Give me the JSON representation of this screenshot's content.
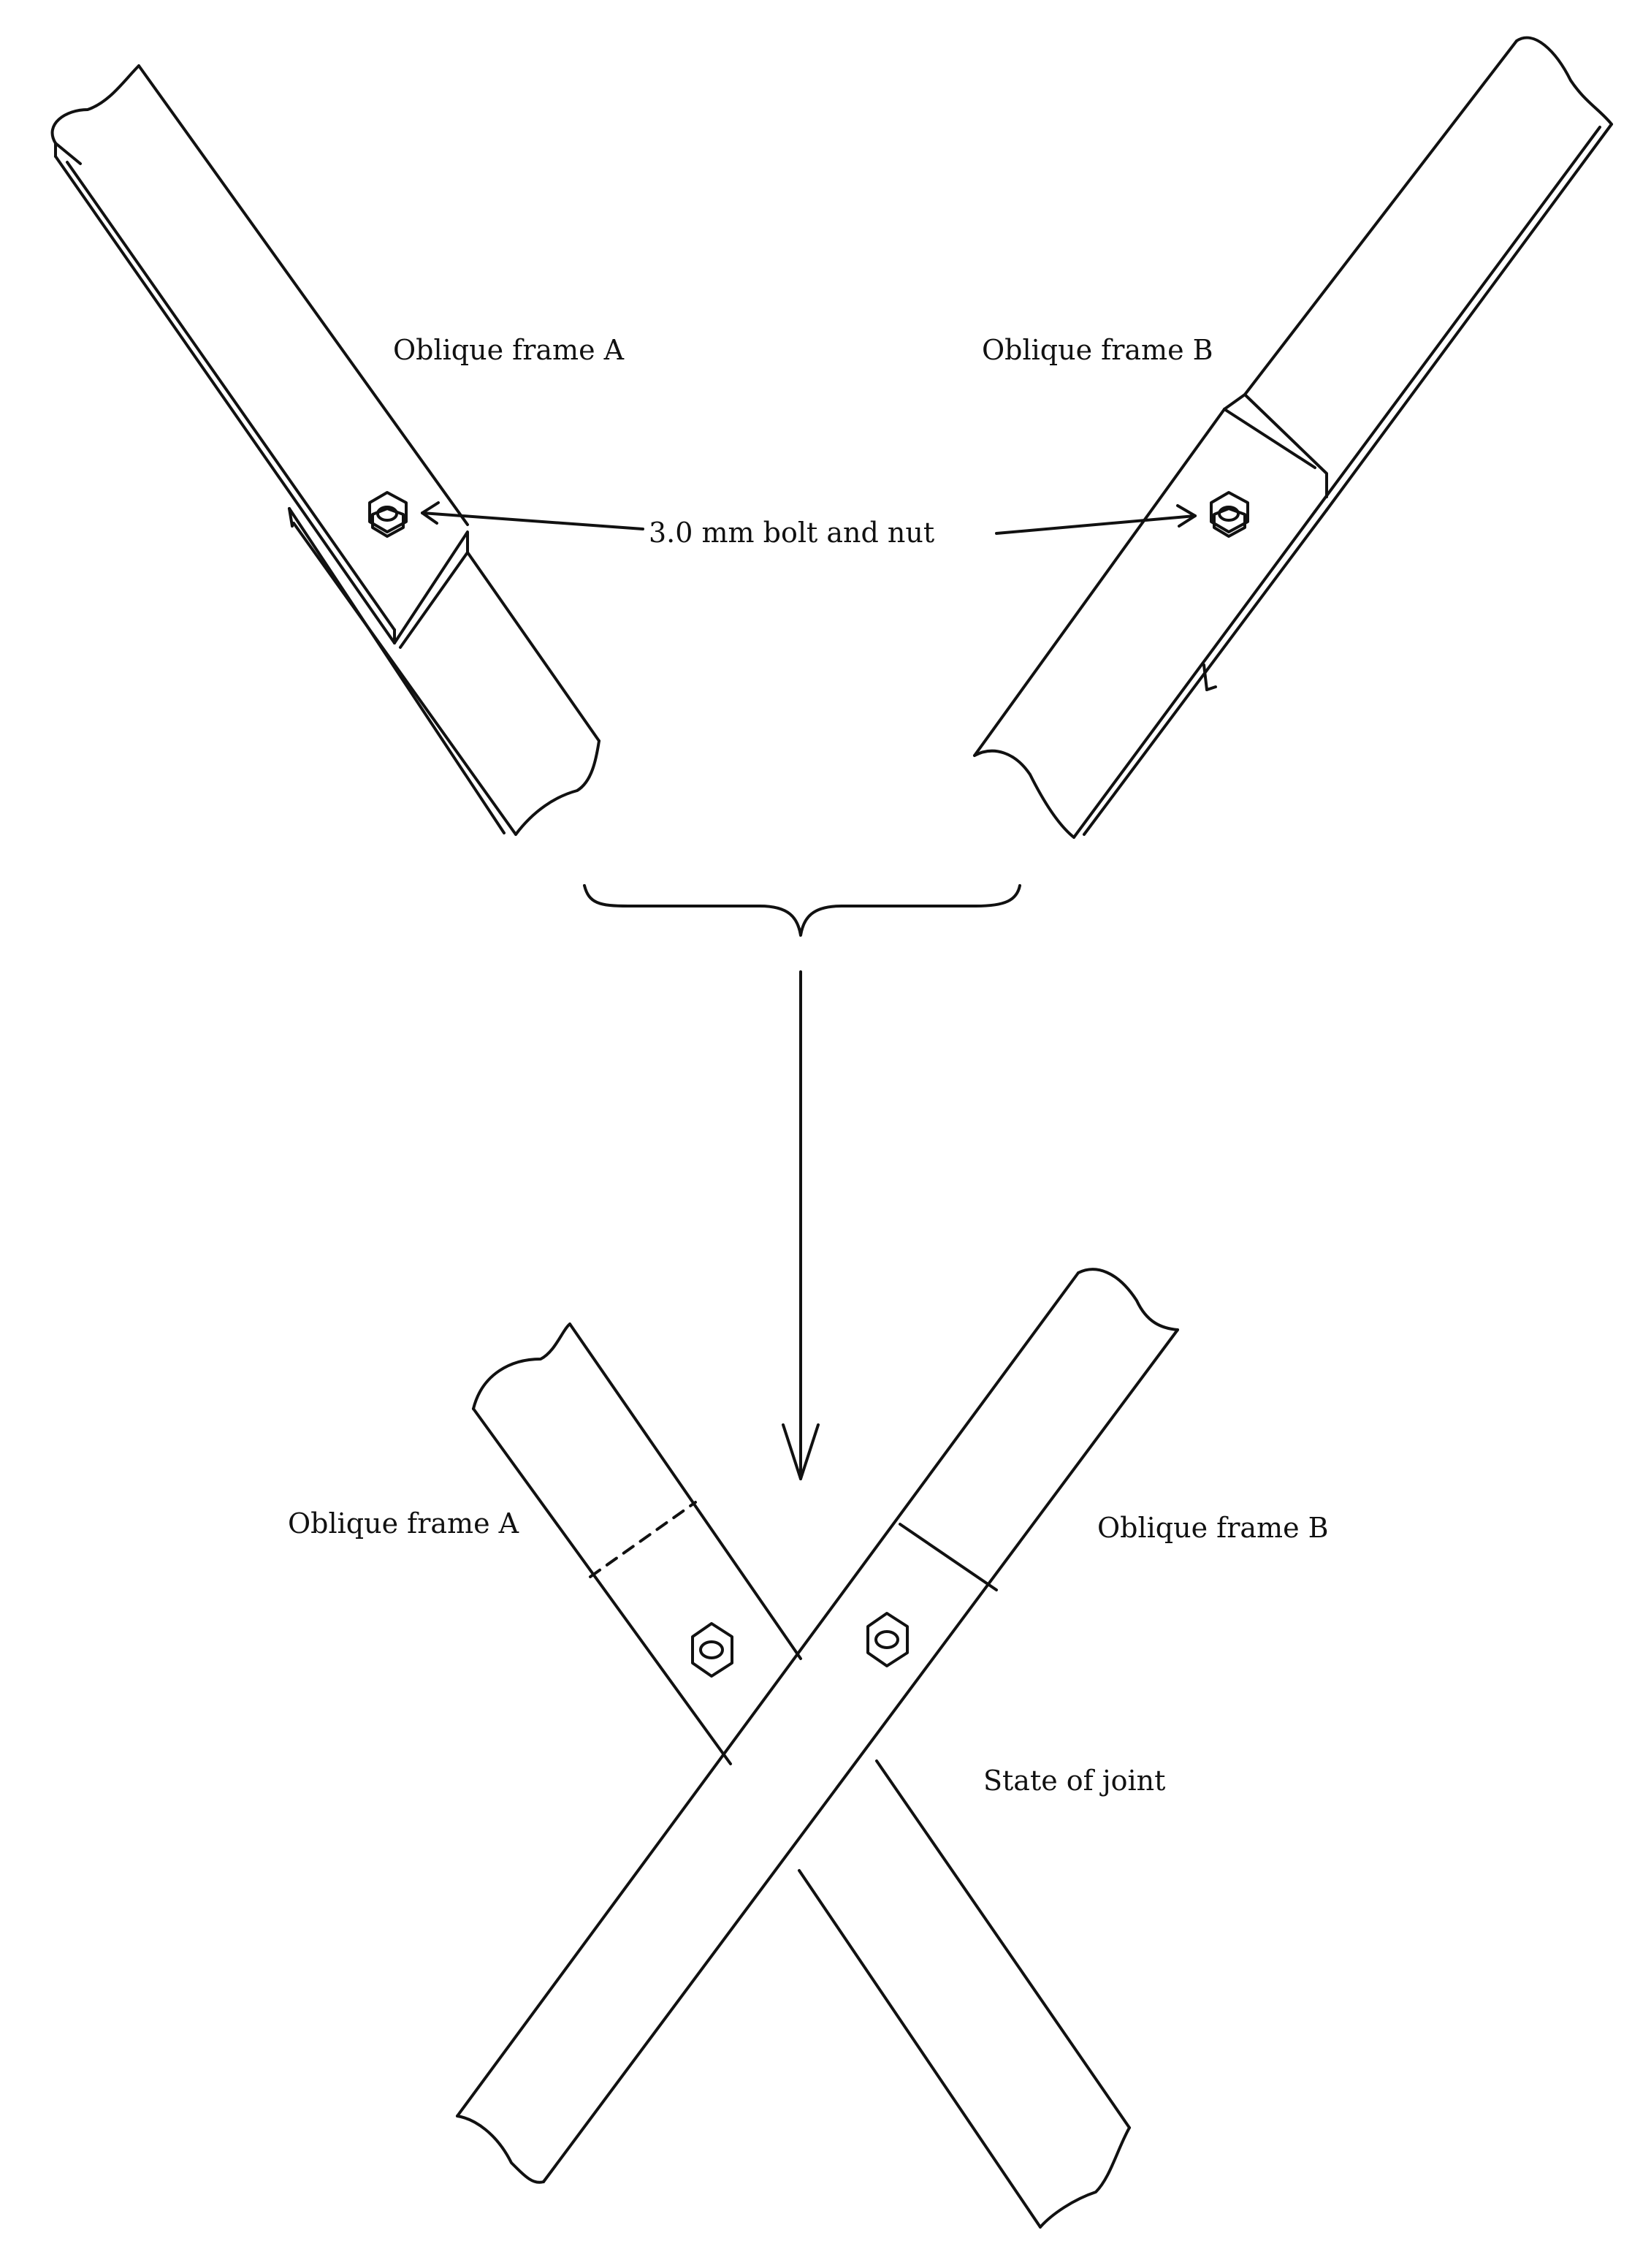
{
  "labels": {
    "oblique_frame_a": "Oblique frame A",
    "oblique_frame_b": "Oblique frame B",
    "bolt_and_nut": "3.0 mm bolt and nut",
    "state_of_joint": "State of joint"
  },
  "colors": {
    "line": "#111111",
    "background": "#ffffff"
  },
  "icons": [
    "hex-nut-icon",
    "arrow-down-icon",
    "brace-icon"
  ]
}
